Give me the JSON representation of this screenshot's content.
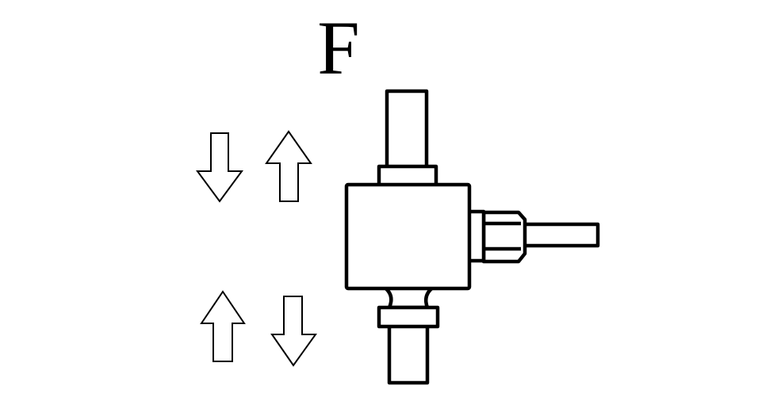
{
  "diagram": {
    "force_label": "F",
    "colors": {
      "stroke": "#000000",
      "fill": "#ffffff",
      "background": "#ffffff"
    },
    "arrows": [
      {
        "name": "arrow-down-upper",
        "direction": "down"
      },
      {
        "name": "arrow-up-upper",
        "direction": "up"
      },
      {
        "name": "arrow-up-lower",
        "direction": "up"
      },
      {
        "name": "arrow-down-lower",
        "direction": "down"
      }
    ]
  }
}
